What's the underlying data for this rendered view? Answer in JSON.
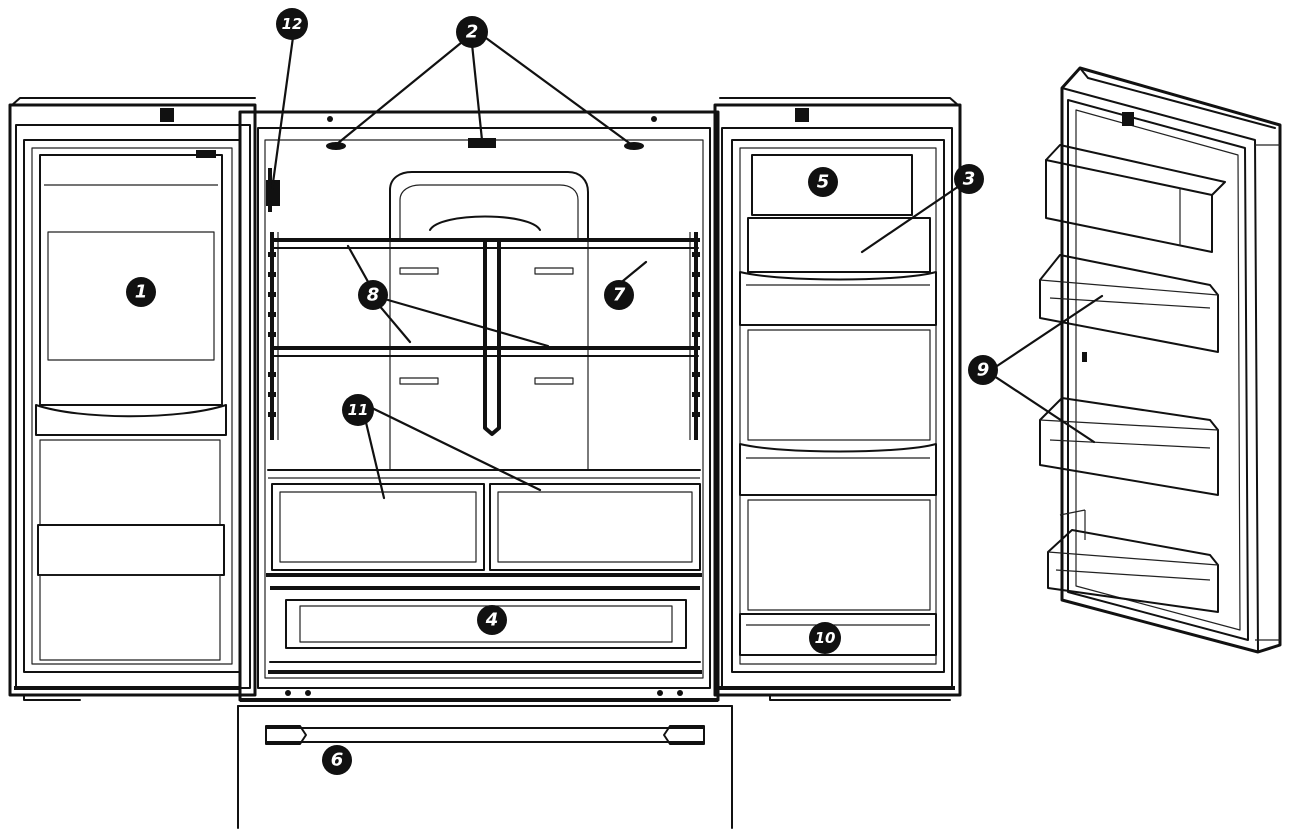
{
  "callouts": [
    {
      "id": "1",
      "label": "1"
    },
    {
      "id": "2",
      "label": "2"
    },
    {
      "id": "3",
      "label": "3"
    },
    {
      "id": "4",
      "label": "4"
    },
    {
      "id": "5",
      "label": "5"
    },
    {
      "id": "6",
      "label": "6"
    },
    {
      "id": "7",
      "label": "7"
    },
    {
      "id": "8",
      "label": "8"
    },
    {
      "id": "9",
      "label": "9"
    },
    {
      "id": "10",
      "label": "10"
    },
    {
      "id": "11",
      "label": "11"
    },
    {
      "id": "12",
      "label": "12"
    }
  ],
  "colors": {
    "ink": "#111111",
    "paper": "#ffffff"
  }
}
